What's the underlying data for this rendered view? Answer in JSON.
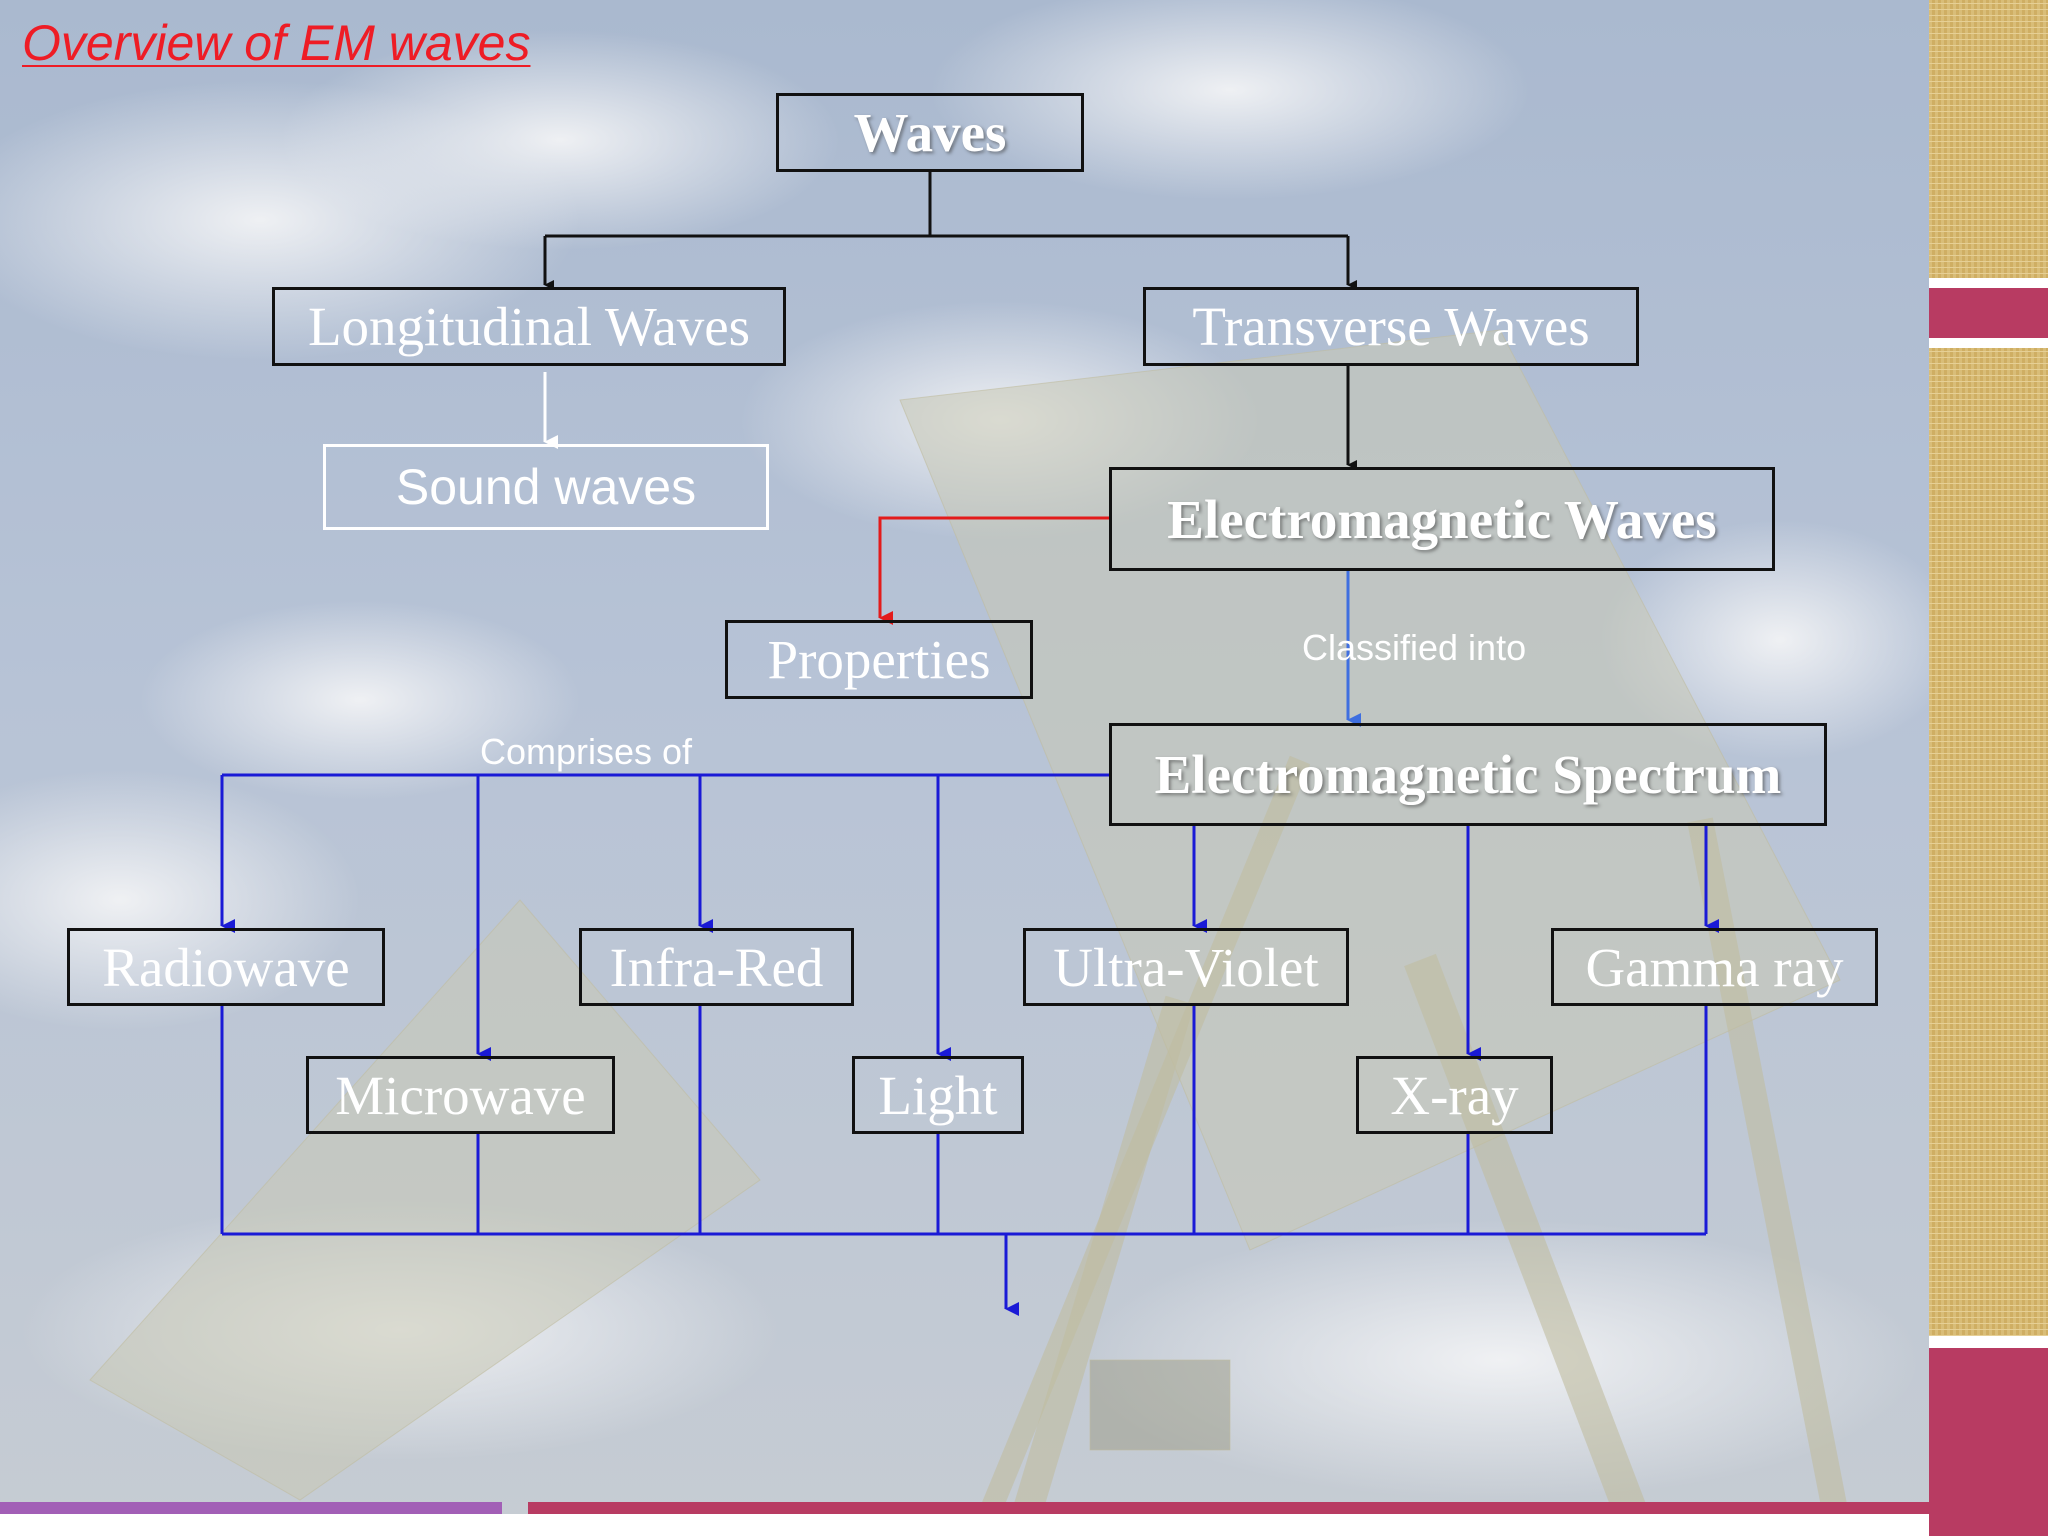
{
  "slide": {
    "title": "Overview of EM waves",
    "colors": {
      "title": "#ee1c25",
      "box_border": "#111111",
      "box_text": "#ffffff",
      "connector_black": "#111111",
      "connector_red": "#e31b1b",
      "connector_blue": "#1a1ad6",
      "connector_blue_light": "#3f6fe0",
      "connector_white": "#ffffff",
      "sidebar_texture": "#d9bd78",
      "sidebar_band": "#b83b62",
      "footer_left": "#a25fb6",
      "footer_right": "#b83b62"
    }
  },
  "nodes": {
    "waves": "Waves",
    "longitudinal": "Longitudinal Waves",
    "transverse": "Transverse Waves",
    "sound": "Sound waves",
    "em_waves": "Electromagnetic Waves",
    "properties": "Properties",
    "em_spectrum": "Electromagnetic Spectrum",
    "radiowave": "Radiowave",
    "microwave": "Microwave",
    "infrared": "Infra-Red",
    "light": "Light",
    "ultraviolet": "Ultra-Violet",
    "xray": "X-ray",
    "gamma": "Gamma ray"
  },
  "edge_labels": {
    "classified_into": "Classified into",
    "comprises_of": "Comprises of"
  }
}
